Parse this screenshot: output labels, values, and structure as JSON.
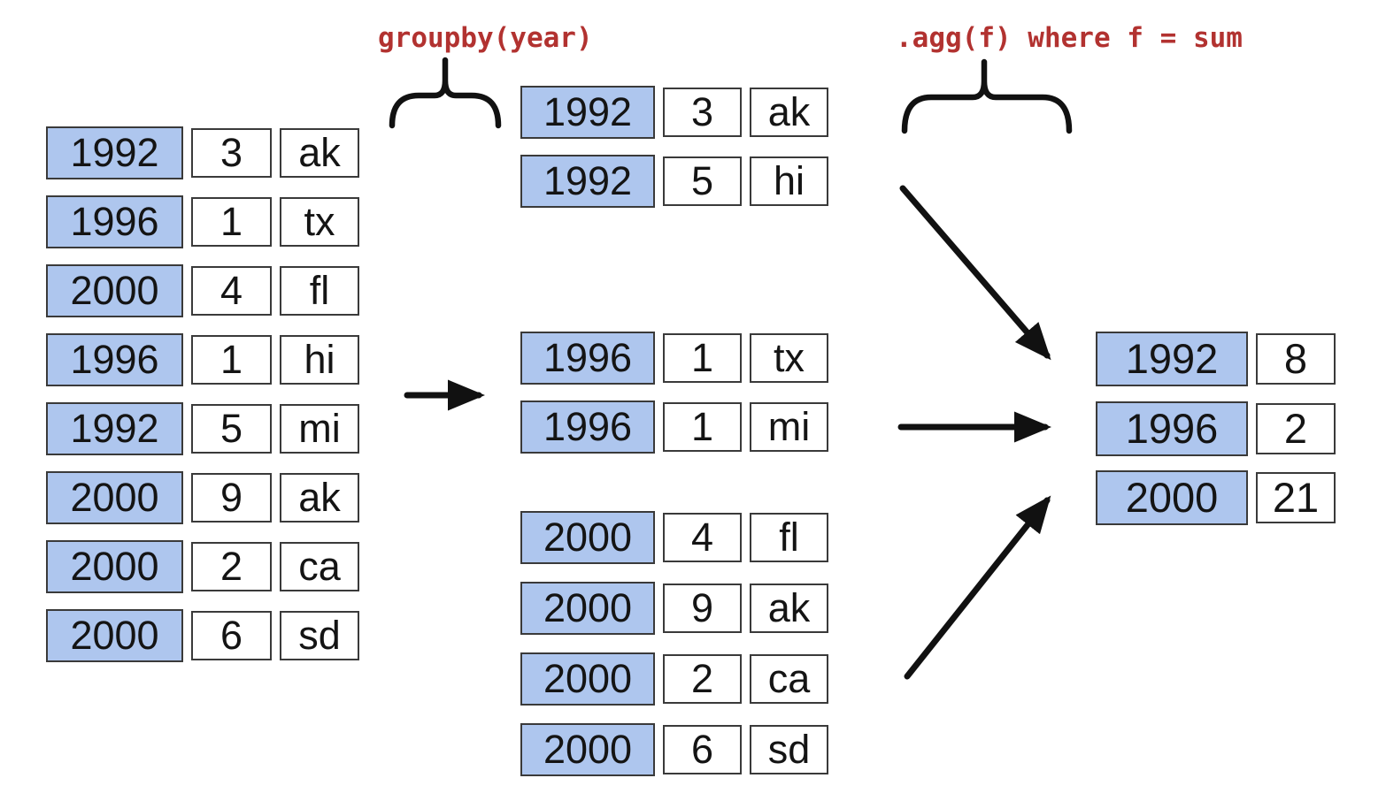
{
  "labels": {
    "groupby": "groupby(year)",
    "agg": ".agg(f) where f = sum"
  },
  "colors": {
    "key_fill": "#aec6ee",
    "cell_border": "#3a3a3a",
    "label_red": "#b23230",
    "arrow_black": "#111111"
  },
  "left_table": {
    "rows": [
      {
        "year": "1992",
        "value": "3",
        "state": "ak"
      },
      {
        "year": "1996",
        "value": "1",
        "state": "tx"
      },
      {
        "year": "2000",
        "value": "4",
        "state": "fl"
      },
      {
        "year": "1996",
        "value": "1",
        "state": "hi"
      },
      {
        "year": "1992",
        "value": "5",
        "state": "mi"
      },
      {
        "year": "2000",
        "value": "9",
        "state": "ak"
      },
      {
        "year": "2000",
        "value": "2",
        "state": "ca"
      },
      {
        "year": "2000",
        "value": "6",
        "state": "sd"
      }
    ]
  },
  "groups": [
    {
      "key": "1992",
      "rows": [
        {
          "year": "1992",
          "value": "3",
          "state": "ak"
        },
        {
          "year": "1992",
          "value": "5",
          "state": "hi"
        }
      ]
    },
    {
      "key": "1996",
      "rows": [
        {
          "year": "1996",
          "value": "1",
          "state": "tx"
        },
        {
          "year": "1996",
          "value": "1",
          "state": "mi"
        }
      ]
    },
    {
      "key": "2000",
      "rows": [
        {
          "year": "2000",
          "value": "4",
          "state": "fl"
        },
        {
          "year": "2000",
          "value": "9",
          "state": "ak"
        },
        {
          "year": "2000",
          "value": "2",
          "state": "ca"
        },
        {
          "year": "2000",
          "value": "6",
          "state": "sd"
        }
      ]
    }
  ],
  "result_table": {
    "rows": [
      {
        "year": "1992",
        "sum": "8"
      },
      {
        "year": "1996",
        "sum": "2"
      },
      {
        "year": "2000",
        "sum": "21"
      }
    ]
  }
}
